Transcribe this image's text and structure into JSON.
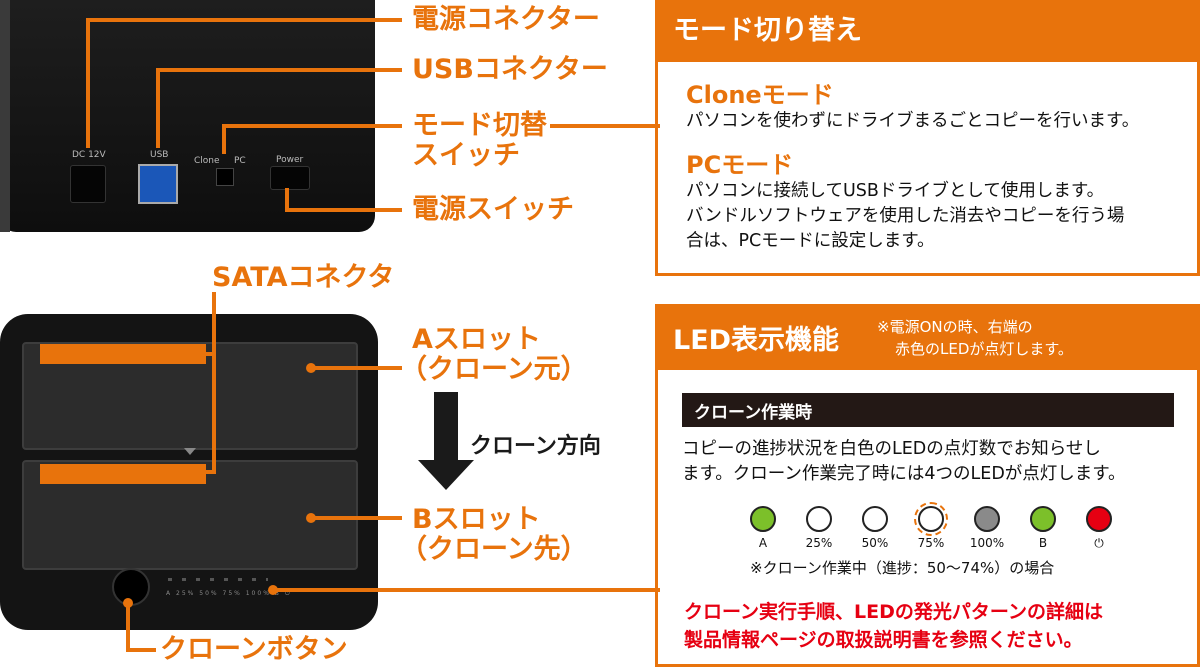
{
  "callouts": {
    "power_connector": "電源コネクター",
    "usb_connector": "USBコネクター",
    "mode_switch_line1": "モード切替",
    "mode_switch_line2": "スイッチ",
    "power_switch": "電源スイッチ",
    "sata_connector": "SATAコネクタ",
    "slot_a_line1": "Aスロット",
    "slot_a_line2": "（クローン元）",
    "clone_direction": "クローン方向",
    "slot_b_line1": "Bスロット",
    "slot_b_line2": "（クローン先）",
    "clone_button": "クローンボタン"
  },
  "device_back": {
    "dc_label": "DC 12V",
    "usb_label": "USB",
    "clone_label": "Clone",
    "pc_label": "PC",
    "power_label": "Power"
  },
  "device_front": {
    "led_labels": [
      "A",
      "25%",
      "50%",
      "75%",
      "100%",
      "B",
      "⏻"
    ]
  },
  "mode_panel": {
    "title": "モード切り替え",
    "clone_mode_heading": "Cloneモード",
    "clone_mode_text": "パソコンを使わずにドライブまるごとコピーを行います。",
    "pc_mode_heading": "PCモード",
    "pc_mode_lines": [
      "パソコンに接続してUSBドライブとして使用します。",
      "バンドルソフトウェアを使用した消去やコピーを行う場",
      "合は、PCモードに設定します。"
    ]
  },
  "led_panel": {
    "title": "LED表示機能",
    "note_line1": "※電源ONの時、右端の",
    "note_line2": "赤色のLEDが点灯します。",
    "section_title": "クローン作業時",
    "desc_lines": [
      "コピーの進捗状況を白色のLEDの点灯数でお知らせし",
      "ます。クローン作業完了時には4つのLEDが点灯します。"
    ],
    "leds": [
      {
        "label": "A",
        "color": "#7cc02a",
        "border": "#222222"
      },
      {
        "label": "25%",
        "color": "#ffffff",
        "border": "#222222"
      },
      {
        "label": "50%",
        "color": "#ffffff",
        "border": "#222222"
      },
      {
        "label": "75%",
        "color": "#ffffff",
        "border": "#222222",
        "highlight": "#e8730c"
      },
      {
        "label": "100%",
        "color": "#8a8a8a",
        "border": "#222222"
      },
      {
        "label": "B",
        "color": "#7cc02a",
        "border": "#222222"
      },
      {
        "label": "⏻",
        "color": "#e60012",
        "border": "#222222"
      }
    ],
    "example_caption": "※クローン作業中（進捗：50〜74%）の場合",
    "warning_lines": [
      "クローン実行手順、LEDの発光パターンの詳細は",
      "製品情報ページの取扱説明書を参照ください。"
    ]
  },
  "colors": {
    "accent": "#e8730c",
    "warning": "#e60012",
    "section_bar": "#231815"
  }
}
